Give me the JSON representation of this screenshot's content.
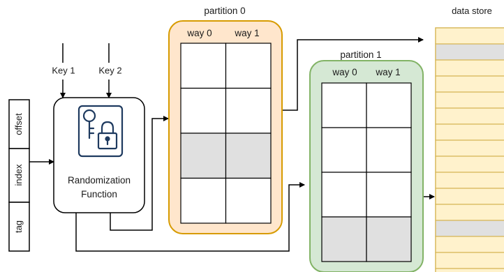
{
  "labels": {
    "key1": "Key 1",
    "key2": "Key 2",
    "offset": "offset",
    "index": "index",
    "tag": "tag",
    "function_line1": "Randomization",
    "function_line2": "Function",
    "partition0": "partition 0",
    "partition1": "partition 1",
    "way0_p0": "way 0",
    "way1_p0": "way 1",
    "way0_p1": "way 0",
    "way1_p1": "way 1",
    "data_store": "data store"
  },
  "colors": {
    "partition0_fill": "#ffe6cc",
    "partition0_stroke": "#d79b00",
    "partition1_fill": "#d5e8d4",
    "partition1_stroke": "#82b366",
    "datastore_fill": "#fff2cc",
    "datastore_stroke": "#d6b656",
    "highlight_cell": "#e0e0e0",
    "icon_color": "#1e3a5f"
  },
  "partition0": {
    "rows": 4,
    "ways": 2,
    "highlighted_row": 2
  },
  "partition1": {
    "rows": 4,
    "ways": 2,
    "highlighted_row": 3
  },
  "data_store": {
    "highlighted_entries": [
      1,
      12
    ]
  },
  "icons": {
    "function_icon": "key-and-lock-icon"
  }
}
